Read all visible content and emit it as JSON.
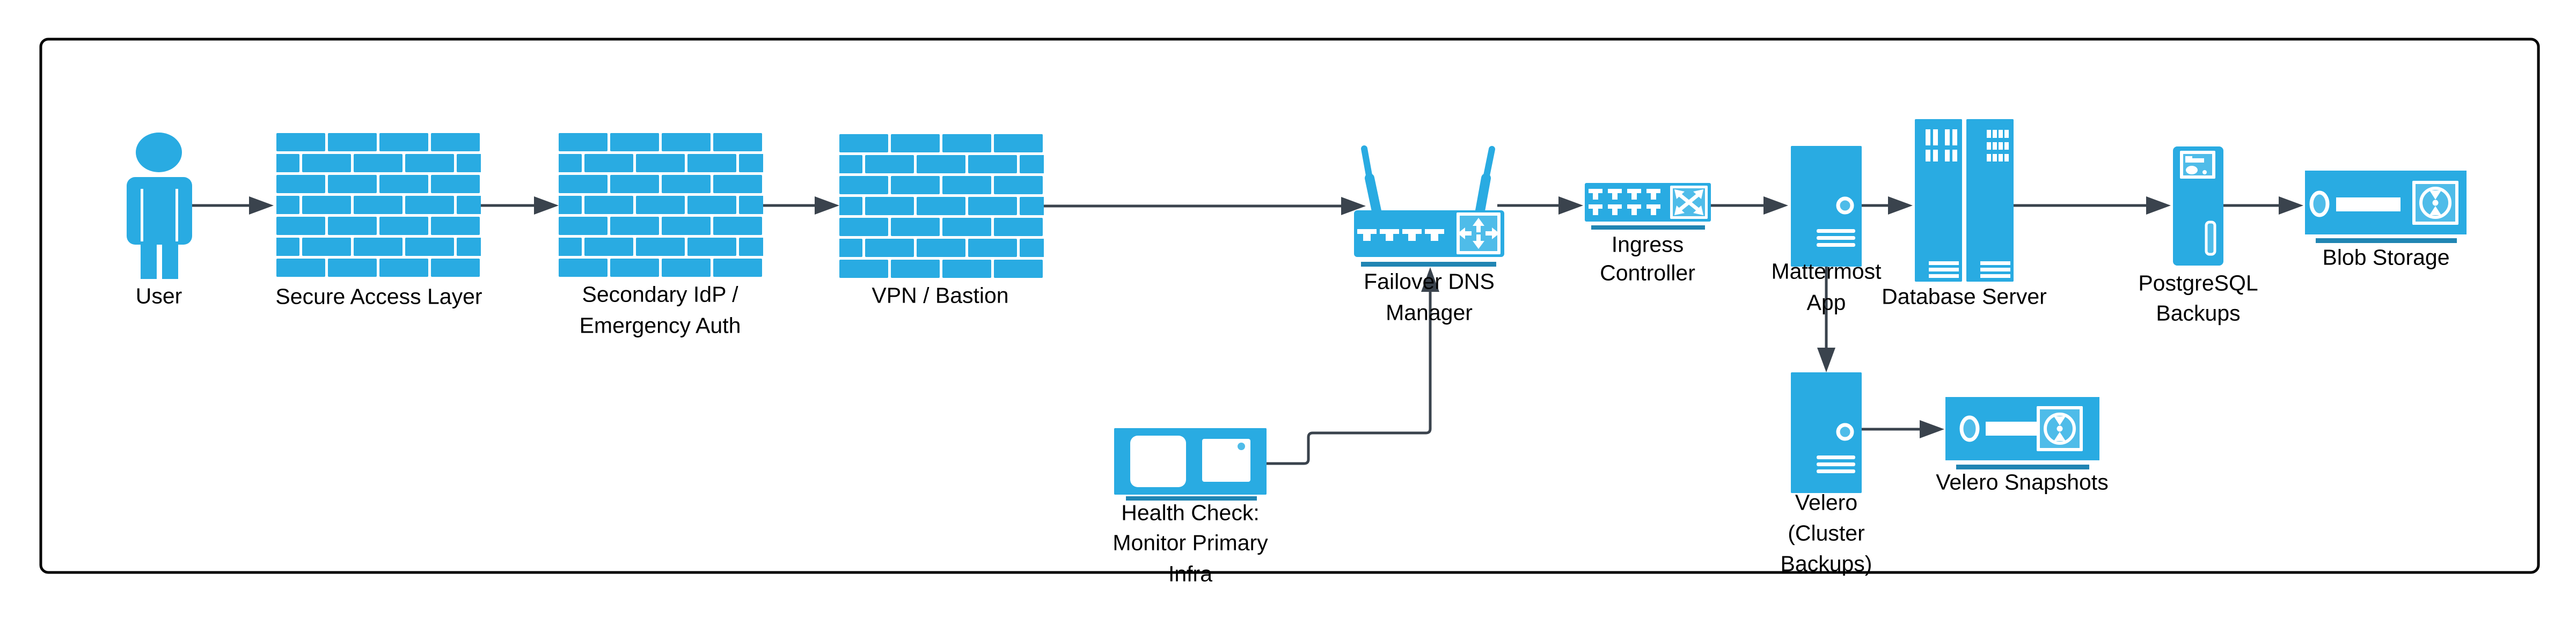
{
  "diagram": {
    "type": "architecture-flow-diagram",
    "colors": {
      "node_blue": "#29ABE2",
      "node_blue_light": "#4FBCE9",
      "underline_blue": "#2085B3",
      "connector_dark": "#3A434D",
      "border_black": "#000000",
      "background": "#FFFFFF",
      "text": "#000000"
    },
    "nodes": {
      "user": {
        "icon": "person-icon",
        "label": {
          "l1": "User"
        }
      },
      "secure_access_layer": {
        "icon": "firewall-icon",
        "label": {
          "l1": "Secure Access Layer"
        }
      },
      "secondary_idp": {
        "icon": "firewall-icon",
        "label": {
          "l1": "Secondary IdP /",
          "l2": "Emergency Auth"
        }
      },
      "vpn_bastion": {
        "icon": "firewall-icon",
        "label": {
          "l1": "VPN / Bastion"
        }
      },
      "failover_dns_manager": {
        "icon": "wireless-router-icon",
        "label": {
          "l1": "Failover DNS",
          "l2": "Manager"
        }
      },
      "ingress_controller": {
        "icon": "network-switch-icon",
        "label": {
          "l1": "Ingress",
          "l2": "Controller"
        }
      },
      "mattermost_app": {
        "icon": "server-tower-icon",
        "label": {
          "l1": "Mattermost",
          "l2": "App"
        }
      },
      "database_server": {
        "icon": "server-rack-icon",
        "label": {
          "l1": "Database Server"
        }
      },
      "postgresql_backups": {
        "icon": "server-tower-icon",
        "label": {
          "l1": "PostgreSQL",
          "l2": "Backups"
        }
      },
      "blob_storage": {
        "icon": "storage-device-icon",
        "label": {
          "l1": "Blob Storage"
        }
      },
      "health_check": {
        "icon": "monitor-icon",
        "label": {
          "l1": "Health Check:",
          "l2": "Monitor Primary",
          "l3": "Infra"
        }
      },
      "velero": {
        "icon": "server-tower-icon",
        "label": {
          "l1": "Velero",
          "l2": "(Cluster",
          "l3": "Backups)"
        }
      },
      "velero_snapshots": {
        "icon": "storage-device-icon",
        "label": {
          "l1": "Velero Snapshots"
        }
      }
    },
    "edges": [
      {
        "from": "user",
        "to": "secure_access_layer"
      },
      {
        "from": "secure_access_layer",
        "to": "secondary_idp"
      },
      {
        "from": "secondary_idp",
        "to": "vpn_bastion"
      },
      {
        "from": "vpn_bastion",
        "to": "failover_dns_manager"
      },
      {
        "from": "failover_dns_manager",
        "to": "ingress_controller"
      },
      {
        "from": "ingress_controller",
        "to": "mattermost_app"
      },
      {
        "from": "mattermost_app",
        "to": "database_server"
      },
      {
        "from": "database_server",
        "to": "postgresql_backups"
      },
      {
        "from": "postgresql_backups",
        "to": "blob_storage"
      },
      {
        "from": "health_check",
        "to": "failover_dns_manager"
      },
      {
        "from": "mattermost_app",
        "to": "velero"
      },
      {
        "from": "velero",
        "to": "velero_snapshots"
      }
    ]
  }
}
